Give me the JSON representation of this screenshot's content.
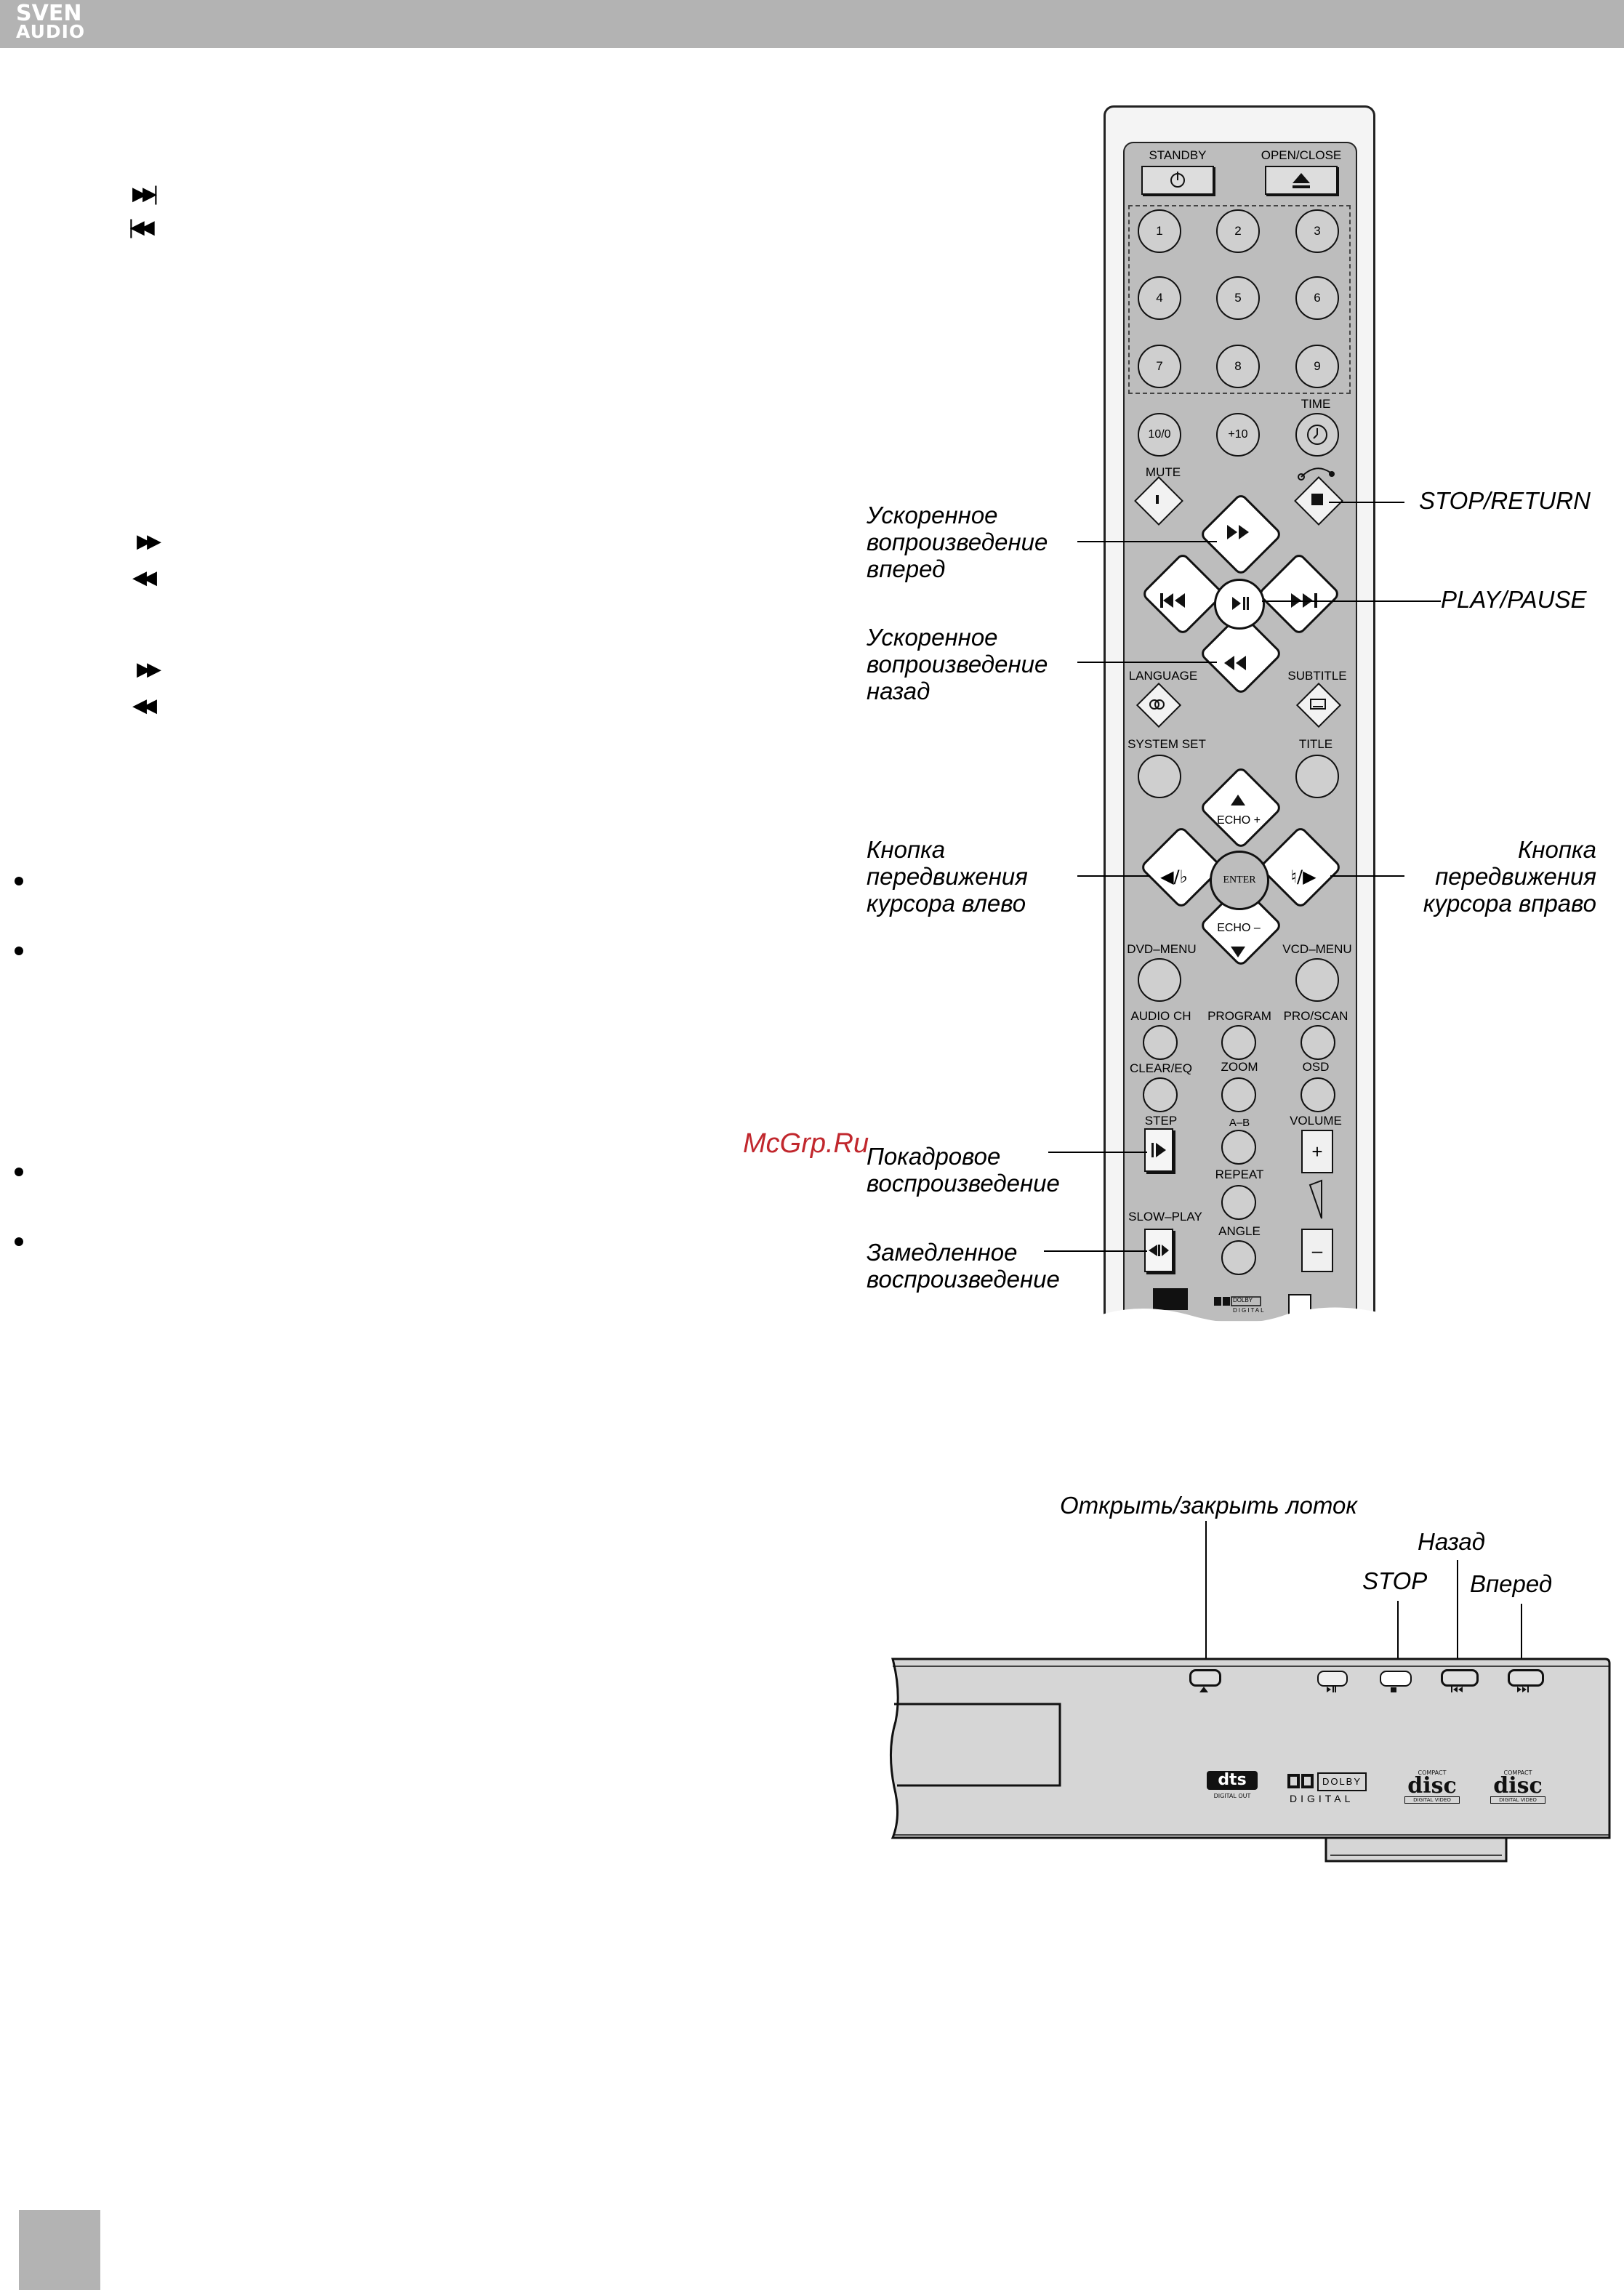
{
  "header": {
    "brand_line1": "SVEN",
    "brand_line2": "AUDIO"
  },
  "left_symbols": {
    "next": "▶▶|",
    "prev": "|◀◀",
    "ff1": "▶▶",
    "rw1": "◀◀",
    "ff2": "▶▶",
    "rw2": "◀◀"
  },
  "watermark": "McGrp.Ru",
  "remote": {
    "standby": "STANDBY",
    "open_close": "OPEN/CLOSE",
    "digits": [
      "1",
      "2",
      "3",
      "4",
      "5",
      "6",
      "7",
      "8",
      "9",
      "10/0",
      "+10"
    ],
    "time": "TIME",
    "mute": "MUTE",
    "language": "LANGUAGE",
    "subtitle": "SUBTITLE",
    "system_set": "SYSTEM SET",
    "title": "TITLE",
    "echo_plus": "ECHO +",
    "echo_minus": "ECHO –",
    "enter": "ENTER",
    "left_arrow": "◀/♭",
    "right_arrow": "♮/▶",
    "dvd_menu": "DVD–MENU",
    "vcd_menu": "VCD–MENU",
    "audio_ch": "AUDIO CH",
    "program": "PROGRAM",
    "pro_scan": "PRO/SCAN",
    "clear_eq": "CLEAR/EQ",
    "zoom": "ZOOM",
    "osd": "OSD",
    "step": "STEP",
    "a_b": "A–B",
    "volume": "VOLUME",
    "repeat": "REPEAT",
    "slow_play": "SLOW–PLAY",
    "angle": "ANGLE",
    "plus": "+",
    "minus": "–",
    "dolby": "DOLBY",
    "digital": "DIGITAL"
  },
  "callouts": {
    "fast_forward": "Ускоренное\nвопроизведение\nвперед",
    "fast_rewind": "Ускоренное\nвопроизведение\nназад",
    "cursor_left": "Кнопка\nпередвижения\nкурсора влево",
    "cursor_right": "Кнопка\nпередвижения\nкурсора вправо",
    "frame_play": "Покадровое\nвоспроизведение",
    "slow_play": "Замедленное\nвоспроизведение",
    "stop_return": "STOP/RETURN",
    "play_pause": "PLAY/PAUSE"
  },
  "front_panel": {
    "open_close_tray": "Открыть/закрыть лоток",
    "back": "Назад",
    "stop": "STOP",
    "forward": "Вперед",
    "dts": "dts",
    "digital_out": "DIGITAL OUT",
    "dolby": "DOLBY",
    "digital": "DIGITAL",
    "compact": "COMPACT",
    "disc": "disc",
    "digital_video": "DIGITAL VIDEO"
  }
}
